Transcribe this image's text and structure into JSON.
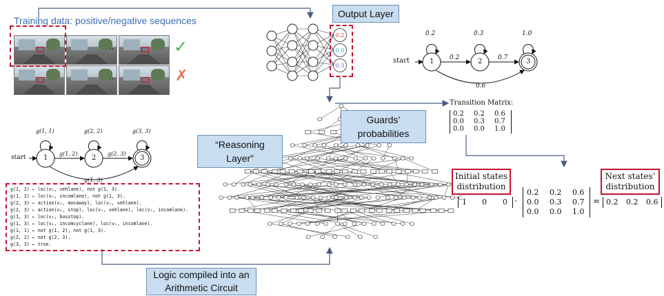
{
  "training_title": "Training data: positive/negative sequences",
  "check_mark": "✓",
  "cross_mark": "✗",
  "output_layer_label": "Output Layer",
  "output_values": [
    "0.2",
    "0.0",
    "0.3"
  ],
  "reasoning_layer": {
    "line1": "“Reasoning",
    "line2": "Layer”"
  },
  "guards_label": {
    "line1": "Guards’",
    "line2": "probabilities"
  },
  "logic_label": {
    "line1": "Logic compiled into an",
    "line2": "Arithmetic Circuit"
  },
  "transition_matrix_title": "Transition Matrix:",
  "transition_matrix": [
    [
      "0.2",
      "0.2",
      "0.6"
    ],
    [
      "0.0",
      "0.3",
      "0.7"
    ],
    [
      "0.0",
      "0.0",
      "1.0"
    ]
  ],
  "automaton_top": {
    "start": "start",
    "states": [
      "1",
      "2",
      "3"
    ],
    "self_loops": [
      "0.2",
      "0.3",
      "1.0"
    ],
    "edges": [
      "0.2",
      "0.7",
      "0.6"
    ]
  },
  "automaton_left": {
    "start": "start",
    "states": [
      "1",
      "2",
      "3"
    ],
    "self_loops": [
      "g(1, 1)",
      "g(2, 2)",
      "g(3, 3)"
    ],
    "edges": [
      "g(1, 2)",
      "g(2, 3)",
      "g(1, 3)"
    ]
  },
  "rules": [
    "g(1, 2) ← loc(v₂, vehlane), not g(1, 3).",
    "g(1, 2) ← loc(v₁, incomlane), not g(1, 3).",
    "g(2, 3) ← action(v₂, movaway), loc(v₁, vehlane).",
    "g(2, 3) ← action(v₁, stop), loc(v₁, vehlane), loc(v₂, incomlane).",
    "g(1, 3) ← loc(v₁, busstop).",
    "g(1, 3) ← loc(v₁, incomcyclane), loc(v₂, incomlane).",
    "g(1, 1) ← not g(1, 2), not g(1, 3).",
    "g(2, 2) ← not g(2, 3).",
    "g(3, 3) ← true."
  ],
  "initial_states": {
    "line1": "Initial states",
    "line2": "distribution"
  },
  "next_states": {
    "line1": "Next states’",
    "line2": "distribution"
  },
  "initial_vector": [
    "1",
    "0",
    "0"
  ],
  "result_vector": [
    "0.2",
    "0.2",
    "0.6"
  ],
  "dot": "·",
  "equals": "="
}
